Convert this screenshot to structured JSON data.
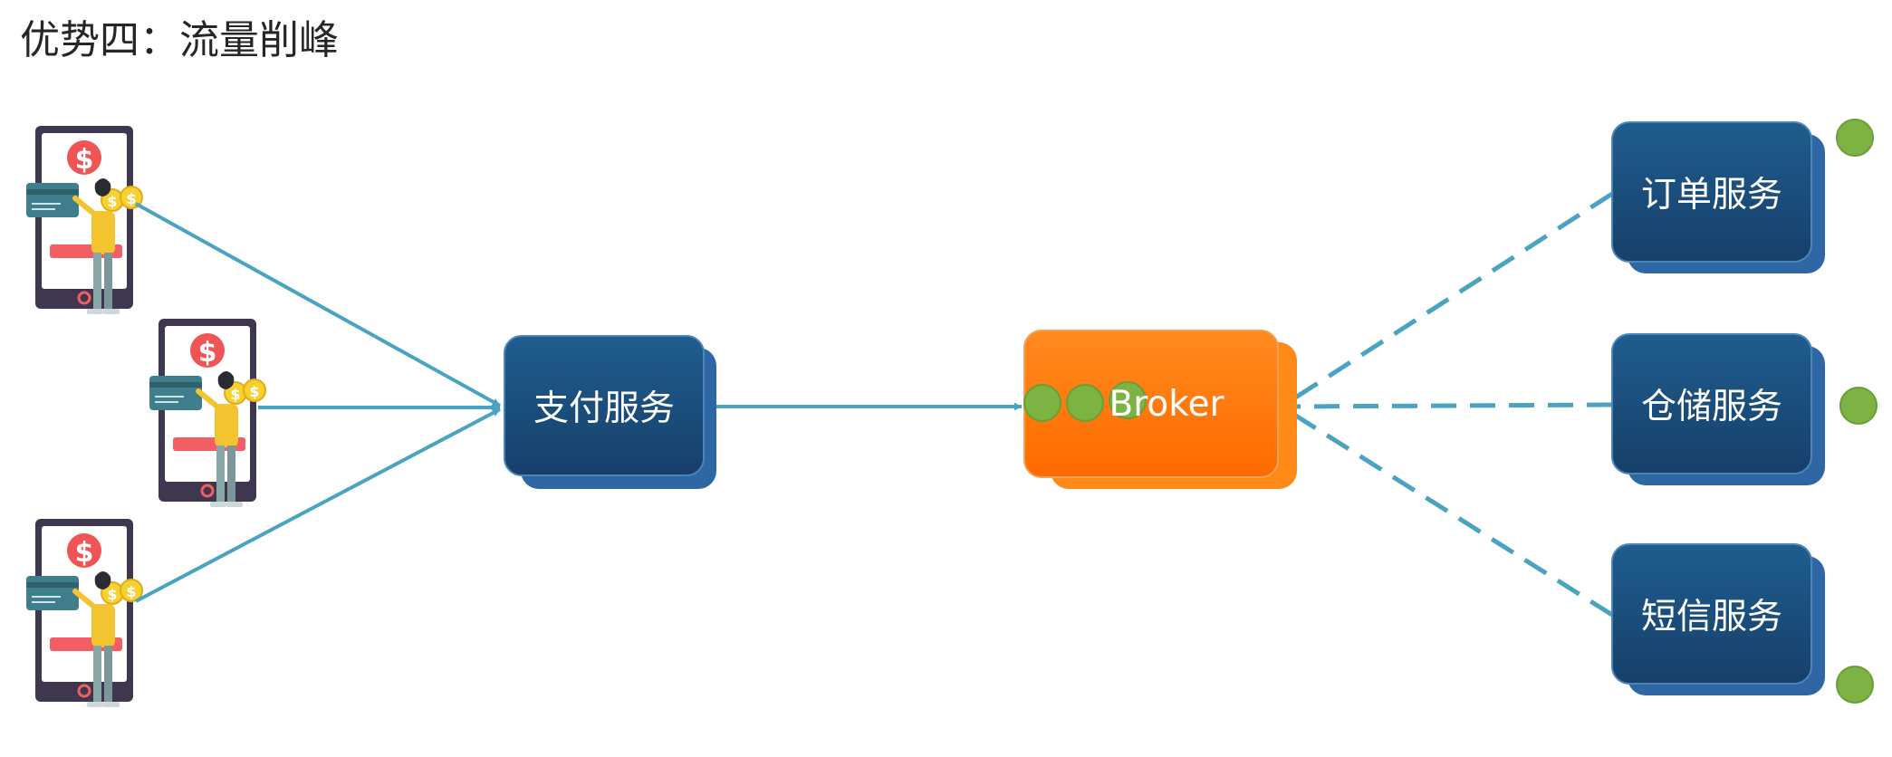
{
  "title": "优势四：流量削峰",
  "nodes": {
    "pay": "支付服务",
    "broker": "Broker",
    "order": "订单服务",
    "storage": "仓储服务",
    "sms": "短信服务"
  },
  "colors": {
    "service_fill": "#1a4b7a",
    "broker_fill": "#ff7a10",
    "arrow": "#4aa3c1",
    "message_dot": "#7cb342"
  },
  "icons": [
    "phone-payment-icon",
    "dollar-coin-icon",
    "credit-card-icon",
    "person-icon",
    "message-dot-icon"
  ]
}
